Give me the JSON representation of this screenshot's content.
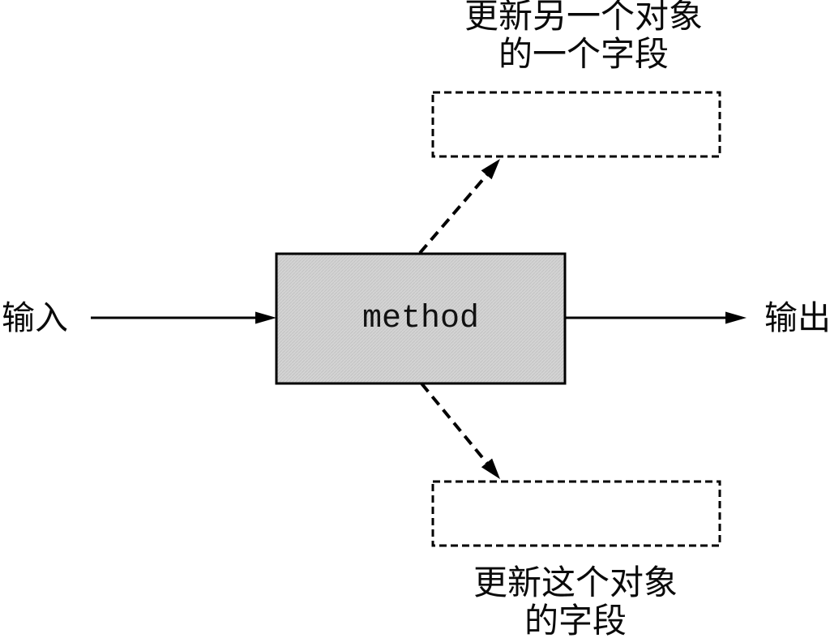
{
  "diagram": {
    "input_label": "输入",
    "output_label": "输出",
    "method_label": "method",
    "top_note": {
      "line1": "更新另一个对象",
      "line2": "的一个字段"
    },
    "bottom_note": {
      "line1": "更新这个对象",
      "line2": "的字段"
    },
    "colors": {
      "background": "#ffffff",
      "method_box_fill": "#d4d4d4",
      "method_box_hatch": "#c3c3c3",
      "stroke": "#000000"
    }
  }
}
